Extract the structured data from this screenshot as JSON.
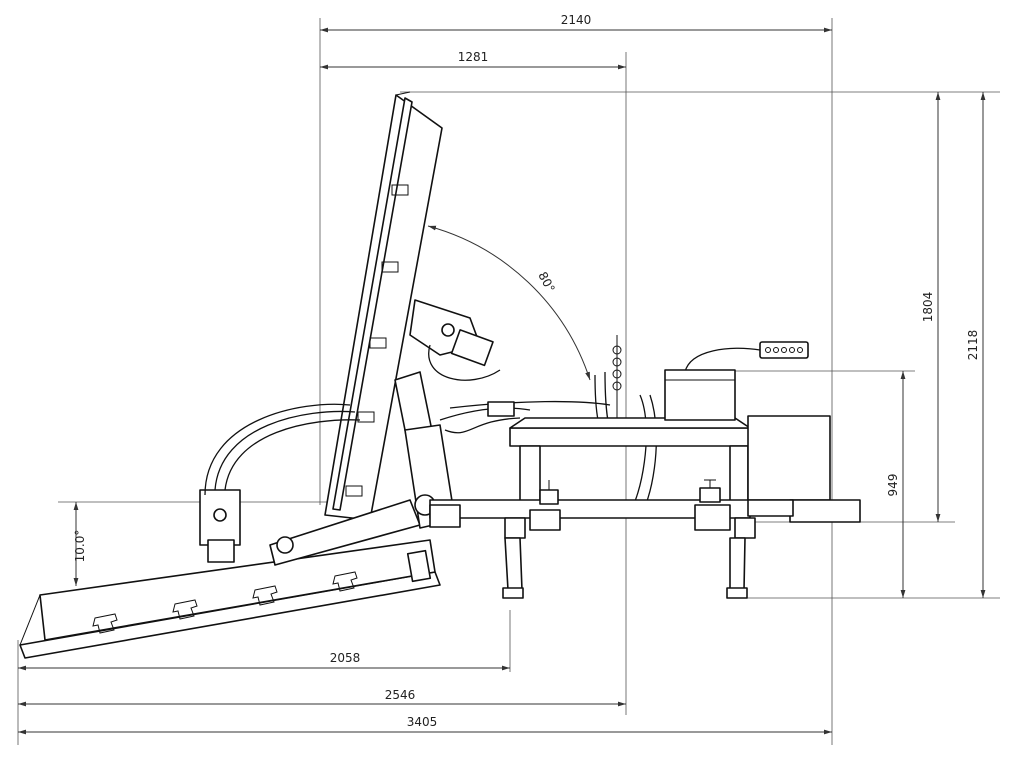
{
  "dimensions": {
    "top_2140": "2140",
    "top_1281": "1281",
    "right_2118": "2118",
    "right_1804": "1804",
    "right_949": "949",
    "bottom_2058": "2058",
    "bottom_2546": "2546",
    "bottom_3405": "3405",
    "angle_80": "80°",
    "angle_10": "10.0°"
  },
  "colors": {
    "line": "#111111",
    "dimension": "#333333",
    "background": "#ffffff"
  }
}
